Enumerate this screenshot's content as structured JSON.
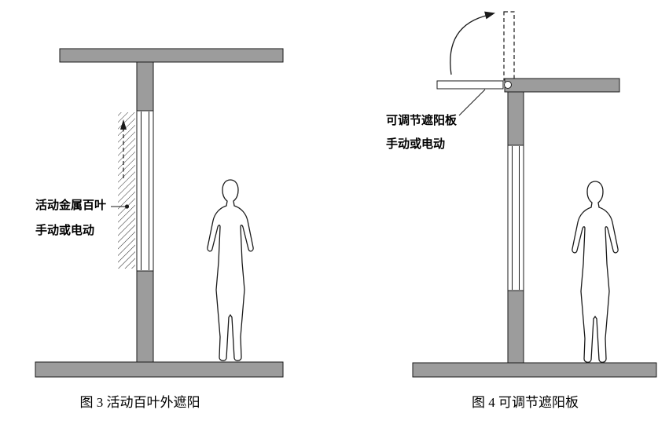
{
  "colors": {
    "slab": "#9c9c9c",
    "outline": "#1a1a1a"
  },
  "figure3": {
    "caption": "图 3 活动百叶外遮阳",
    "label": {
      "line1": "活动金属百叶",
      "line2": "手动或电动"
    }
  },
  "figure4": {
    "caption": "图 4 可调节遮阳板",
    "label": {
      "line1": "可调节遮阳板",
      "line2": "手动或电动"
    }
  }
}
